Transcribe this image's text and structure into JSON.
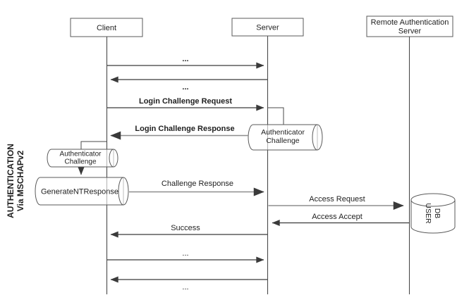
{
  "title_label": {
    "line1": "AUTHENTICATION",
    "line2": "Via MSCHAPv2"
  },
  "actors": {
    "client": {
      "label": "Client"
    },
    "server": {
      "label": "Server"
    },
    "remote": {
      "line1": "Remote Authentication",
      "line2": "Server"
    }
  },
  "messages": {
    "dots1": {
      "label": "...",
      "from": "Client",
      "to": "Server"
    },
    "dots2": {
      "label": "...",
      "from": "Server",
      "to": "Client"
    },
    "login_challenge_request": {
      "label": "Login Challenge Request",
      "from": "Client",
      "to": "Server"
    },
    "login_challenge_response": {
      "label": "Login Challenge Response",
      "from": "Server",
      "to": "Client"
    },
    "challenge_response": {
      "label": "Challenge Response",
      "from": "Client",
      "to": "Server"
    },
    "access_request": {
      "label": "Access Request",
      "from": "Server",
      "to": "Remote Authentication Server"
    },
    "access_accept": {
      "label": "Access Accept",
      "from": "Remote Authentication Server",
      "to": "Server"
    },
    "success": {
      "label": "Success",
      "from": "Server",
      "to": "Client"
    },
    "dots3": {
      "label": "...",
      "from": "Client",
      "to": "Server"
    },
    "dots4": {
      "label": "...",
      "from": "Server",
      "to": "Client"
    }
  },
  "artifacts": {
    "authenticator_challenge_server": {
      "line1": "Authenticator",
      "line2": "Challenge"
    },
    "authenticator_challenge_client": {
      "line1": "Authenticator",
      "line2": "Challenge"
    },
    "generate_nt_response": {
      "label": "GenerateNTResponse"
    },
    "user_db": {
      "line1": "USER",
      "line2": "DB"
    }
  },
  "colors": {
    "background": "#ffffff",
    "line_dark": "#3a3a3a",
    "line_gray": "#8e8e8e",
    "box_border": "#5a5a5a",
    "text": "#1f1f1f"
  }
}
